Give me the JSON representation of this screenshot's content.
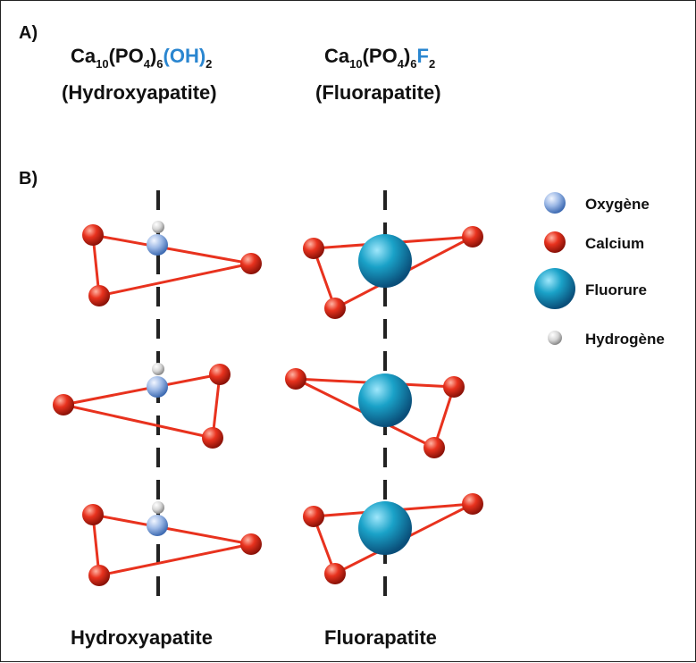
{
  "panel_a": {
    "label": "A)",
    "formula_hydroxy": {
      "ca": "Ca",
      "ca_sub": "10",
      "po4": "(PO",
      "po4_sub": "4",
      "po4_close": ")",
      "po4_mult": "6",
      "group": "(OH)",
      "group_sub": "2"
    },
    "formula_fluor": {
      "ca": "Ca",
      "ca_sub": "10",
      "po4": "(PO",
      "po4_sub": "4",
      "po4_close": ")",
      "po4_mult": "6",
      "group": "F",
      "group_sub": "2"
    },
    "name_hydroxy": "(Hydroxyapatite)",
    "name_fluor": "(Fluorapatite)"
  },
  "panel_b": {
    "label": "B)",
    "caption_left": "Hydroxyapatite",
    "caption_right": "Fluorapatite"
  },
  "legend": [
    {
      "label": "Oxygène",
      "icon": "oxygen-atom-icon"
    },
    {
      "label": "Calcium",
      "icon": "calcium-atom-icon"
    },
    {
      "label": "Fluorure",
      "icon": "fluoride-atom-icon"
    },
    {
      "label": "Hydrogène",
      "icon": "hydrogen-atom-icon"
    }
  ],
  "colors": {
    "oxygen": "#8fb0e0",
    "calcium": "#e8321e",
    "fluoride": "#1aa2c8",
    "hydrogen": "#cfcfcf",
    "highlight": "#2a86d0",
    "bond": "#e8321e",
    "axis": "#222222"
  }
}
